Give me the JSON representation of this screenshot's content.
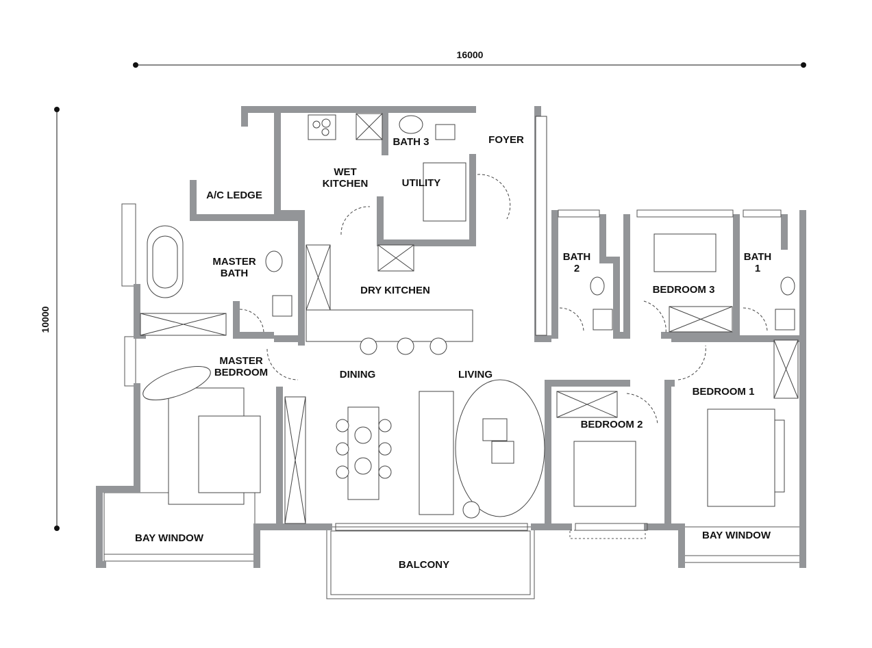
{
  "dimensions": {
    "width": "16000",
    "height": "10000"
  },
  "rooms": {
    "foyer": "FOYER",
    "bath3": "BATH 3",
    "wet_kitchen_1": "WET",
    "wet_kitchen_2": "KITCHEN",
    "utility": "UTILITY",
    "ac_ledge": "A/C LEDGE",
    "master_bath_1": "MASTER",
    "master_bath_2": "BATH",
    "dry_kitchen": "DRY KITCHEN",
    "bath2_1": "BATH",
    "bath2_2": "2",
    "bedroom3": "BEDROOM 3",
    "bath1_1": "BATH",
    "bath1_2": "1",
    "master_bedroom_1": "MASTER",
    "master_bedroom_2": "BEDROOM",
    "dining": "DINING",
    "living": "LIVING",
    "bedroom1": "BEDROOM 1",
    "bedroom2": "BEDROOM 2",
    "bay_window_left": "BAY WINDOW",
    "bay_window_right": "BAY WINDOW",
    "balcony": "BALCONY"
  },
  "colors": {
    "wall": "#939598",
    "line": "#444444"
  }
}
